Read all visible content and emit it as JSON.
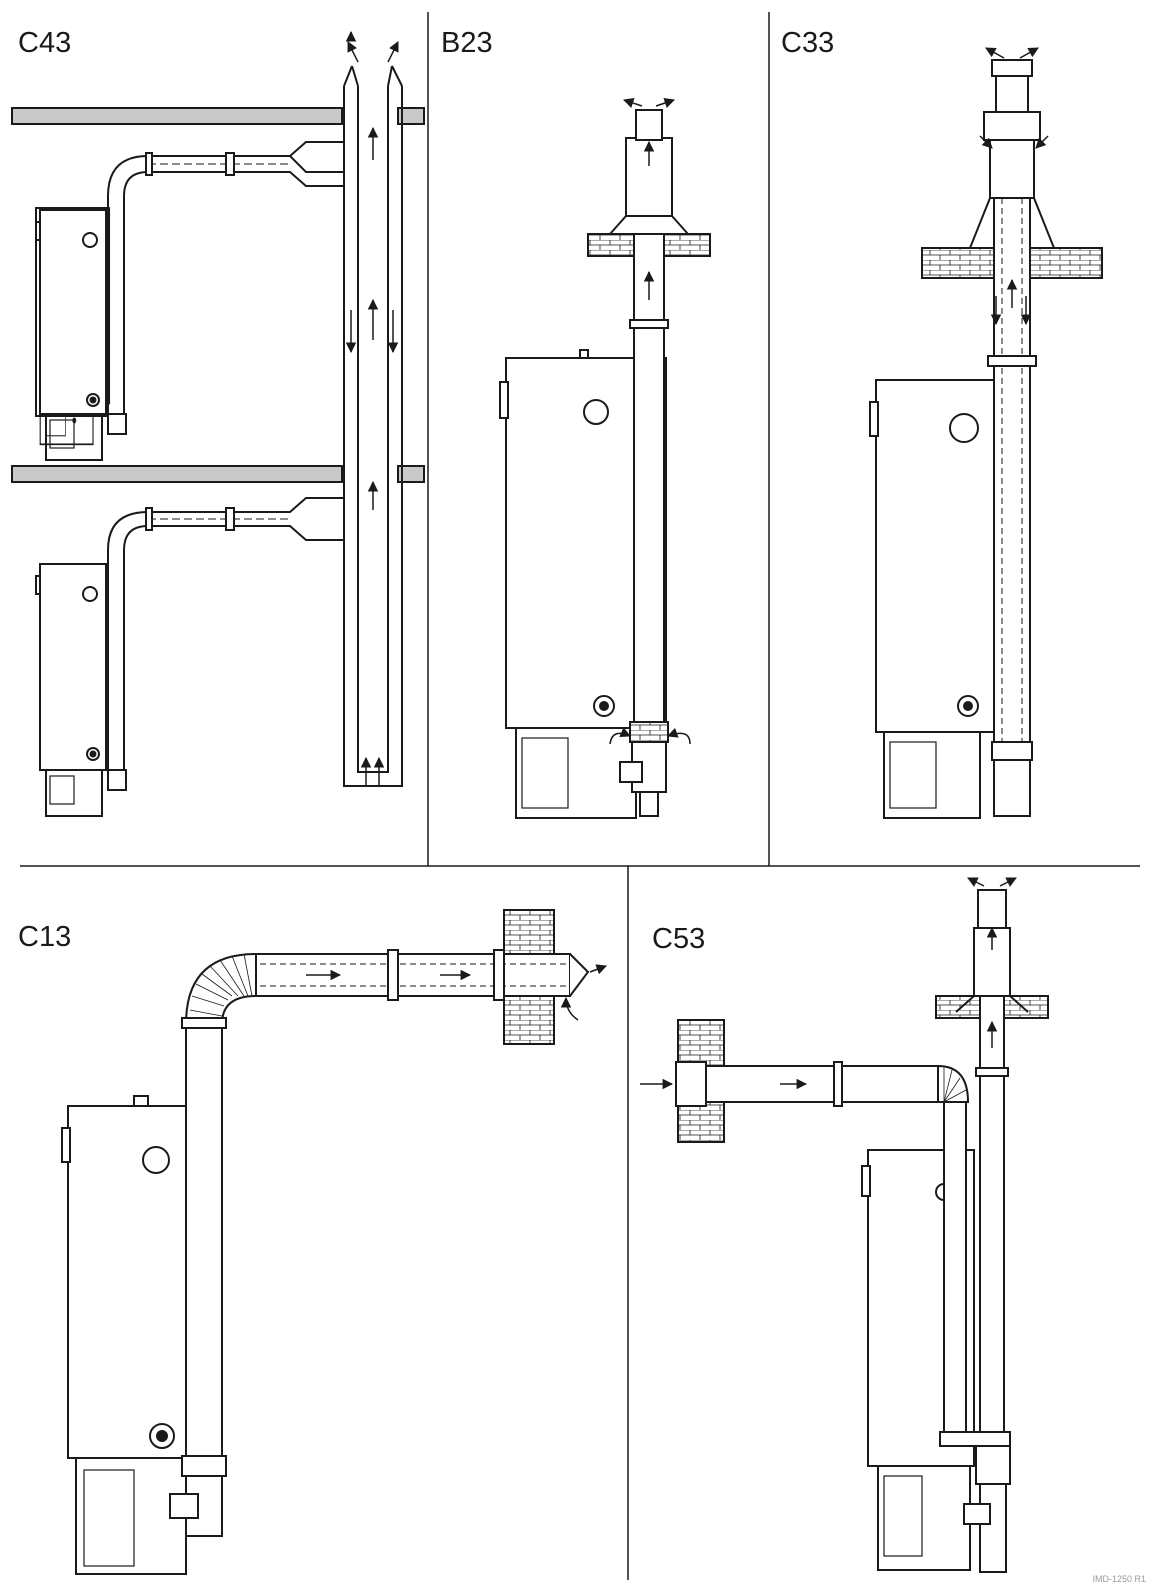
{
  "panels": {
    "c43": {
      "label": "C43"
    },
    "b23": {
      "label": "B23"
    },
    "c33": {
      "label": "C33"
    },
    "c13": {
      "label": "C13"
    },
    "c53": {
      "label": "C53"
    }
  },
  "reference_code": "IMD-1250 R1",
  "colors": {
    "line": "#1a1a1a",
    "slab": "#c9c9c9",
    "background": "#ffffff"
  }
}
